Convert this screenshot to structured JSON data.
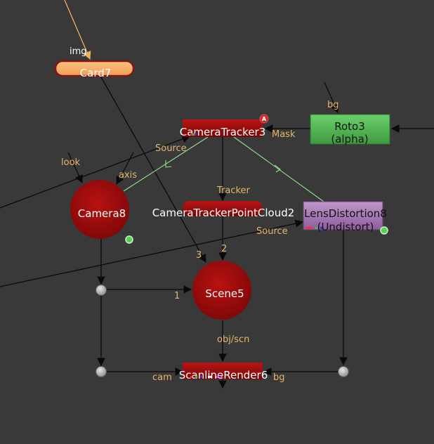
{
  "nodes": {
    "card": {
      "label": "Card7",
      "input_label": "img"
    },
    "camera_tracker": {
      "label": "CameraTracker3",
      "badge": "A"
    },
    "roto": {
      "label": "Roto3",
      "sublabel": "(alpha)",
      "input_label": "bg"
    },
    "camera": {
      "label": "Camera8"
    },
    "point_cloud": {
      "label": "CameraTrackerPointCloud2"
    },
    "lens_distortion": {
      "label": "LensDistortion8",
      "sublabel": "(Undistort)"
    },
    "scene": {
      "label": "Scene5"
    },
    "scanline": {
      "label": "ScanlineRender6"
    }
  },
  "pins": {
    "mask": "Mask",
    "source_top": "Source",
    "look": "look",
    "axis": "axis",
    "tracker": "Tracker",
    "source_lens": "Source",
    "scene_in3": "3",
    "scene_in2": "2",
    "scene_in1": "1",
    "obj_scn": "obj/scn",
    "cam": "cam",
    "bg_scan": "bg"
  },
  "colors": {
    "background": "#393939",
    "node_red": "#a50f0f",
    "card_orange": "#f7b26c",
    "roto_green": "#5cbd5c",
    "lens_purple": "#a87ab4",
    "pin_label": "#e8b46a",
    "tracker_wire": "#8ee08e"
  }
}
